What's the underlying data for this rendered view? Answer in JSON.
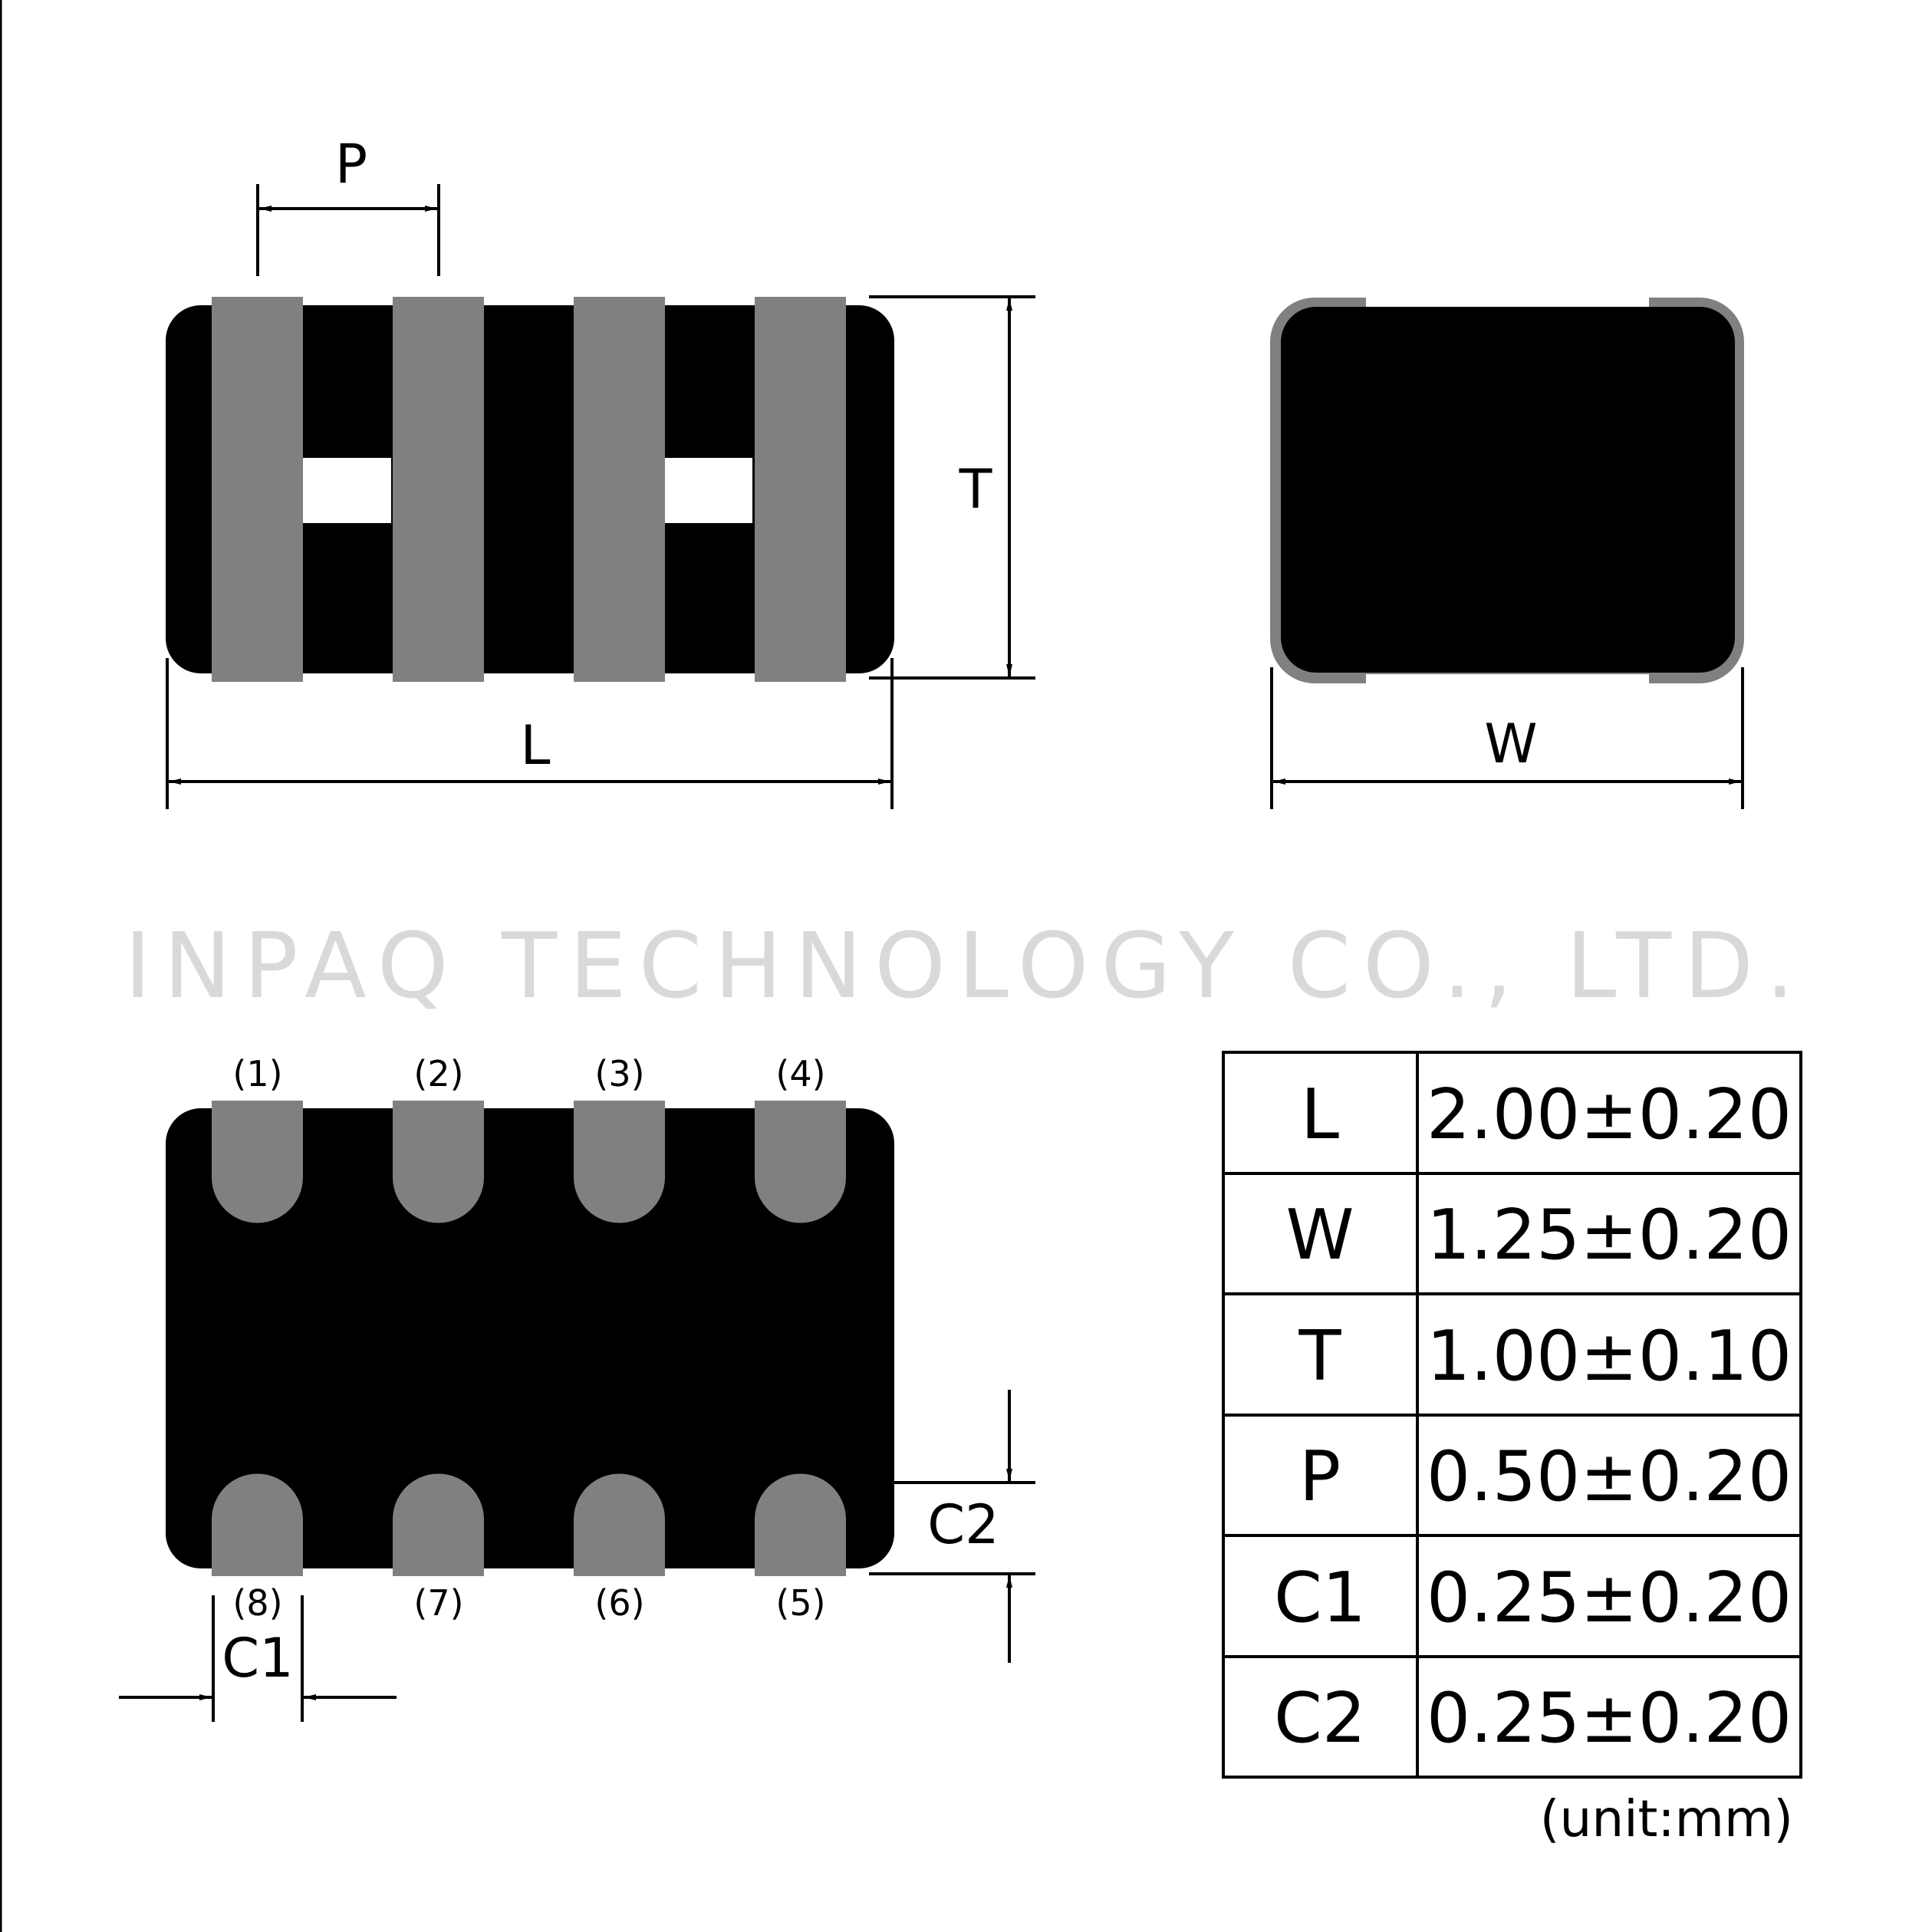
{
  "colors": {
    "body": "#000000",
    "electrode": "#808080",
    "watermark": "#d9d9d9",
    "background": "#ffffff"
  },
  "labels": {
    "P": "P",
    "T": "T",
    "L": "L",
    "W": "W",
    "C1": "C1",
    "C2": "C2"
  },
  "watermark": "INPAQ TECHNOLOGY CO., LTD.",
  "pins_top": [
    "(1)",
    "(2)",
    "(3)",
    "(4)"
  ],
  "pins_bottom": [
    "(8)",
    "(7)",
    "(6)",
    "(5)"
  ],
  "dimension_table": [
    {
      "key": "L",
      "value": "2.00±0.20"
    },
    {
      "key": "W",
      "value": "1.25±0.20"
    },
    {
      "key": "T",
      "value": "1.00±0.10"
    },
    {
      "key": "P",
      "value": "0.50±0.20"
    },
    {
      "key": "C1",
      "value": "0.25±0.20"
    },
    {
      "key": "C2",
      "value": "0.25±0.20"
    }
  ],
  "unit_note": "(unit:mm)"
}
